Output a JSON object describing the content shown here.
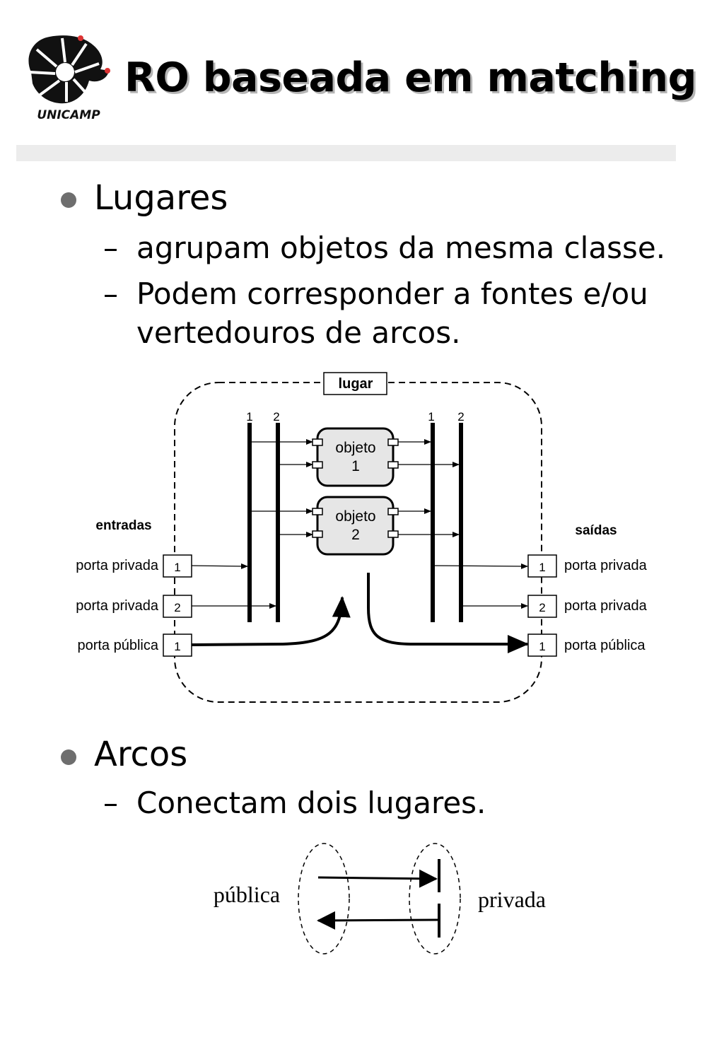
{
  "header": {
    "logo_text": "UNICAMP",
    "title": "RO baseada em matching"
  },
  "content": {
    "section1": {
      "heading": "Lugares",
      "items": [
        "agrupam objetos da mesma classe.",
        "Podem  corresponder a fontes e/ou",
        "vertedouros de arcos."
      ]
    },
    "section2": {
      "heading": "Arcos",
      "items": [
        "Conectam dois lugares."
      ]
    },
    "dash": "–"
  },
  "diagram1": {
    "place_label": "lugar",
    "inputs_label": "entradas",
    "outputs_label": "saídas",
    "port_numbers": [
      "1",
      "2"
    ],
    "objects": [
      {
        "name": "objeto",
        "number": "1"
      },
      {
        "name": "objeto",
        "number": "2"
      }
    ],
    "ports_in": [
      {
        "label": "porta privada",
        "num": "1"
      },
      {
        "label": "porta privada",
        "num": "2"
      },
      {
        "label": "porta pública",
        "num": "1"
      }
    ],
    "ports_out": [
      {
        "label": "porta privada",
        "num": "1"
      },
      {
        "label": "porta privada",
        "num": "2"
      },
      {
        "label": "porta pública",
        "num": "1"
      }
    ]
  },
  "diagram2": {
    "left_label": "pública",
    "right_label": "privada"
  }
}
